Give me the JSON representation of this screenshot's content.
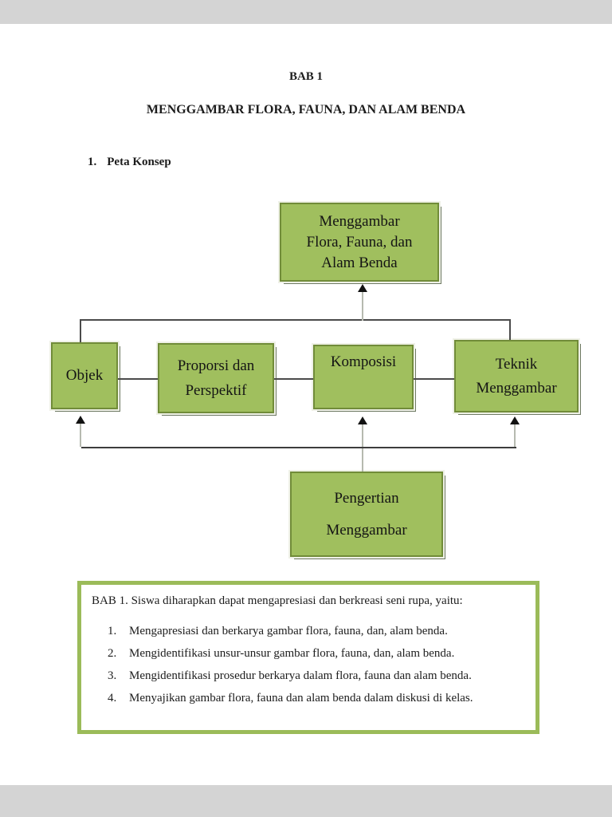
{
  "page": {
    "chapter_title": "BAB 1",
    "main_title": "MENGGAMBAR FLORA, FAUNA, DAN ALAM BENDA",
    "section_number": "1.",
    "section_title": "Peta Konsep"
  },
  "diagram": {
    "boxes": {
      "main": {
        "lines": [
          "Menggambar",
          "Flora, Fauna, dan",
          "Alam Benda"
        ]
      },
      "objek": {
        "lines": [
          "Objek"
        ]
      },
      "proporsi": {
        "lines": [
          "Proporsi dan",
          "Perspektif"
        ]
      },
      "komposisi": {
        "lines": [
          "Komposisi"
        ]
      },
      "teknik": {
        "lines": [
          "Teknik",
          "Menggambar"
        ]
      },
      "pengertian": {
        "lines": [
          "Pengertian",
          "Menggambar"
        ]
      }
    }
  },
  "callout": {
    "intro": "BAB 1. Siswa diharapkan  dapat mengapresiasi dan berkreasi seni rupa, yaitu:",
    "items": [
      {
        "num": "1.",
        "text": "Mengapresiasi dan berkarya gambar flora, fauna, dan, alam benda."
      },
      {
        "num": "2.",
        "text": "Mengidentifikasi unsur-unsur gambar flora, fauna, dan, alam benda."
      },
      {
        "num": "3.",
        "text": "Mengidentifikasi prosedur berkarya dalam flora, fauna dan alam benda."
      },
      {
        "num": "4.",
        "text": "Menyajikan gambar flora, fauna dan alam benda dalam diskusi di kelas."
      }
    ]
  },
  "colors": {
    "box_fill": "#a0bf5e",
    "box_border": "#718c39",
    "box_shadow": "#6f7a64",
    "callout_border": "#9bbb59",
    "connector": "#4b4b4b",
    "arrow": "#121212",
    "letterbox": "#d4d4d4"
  }
}
